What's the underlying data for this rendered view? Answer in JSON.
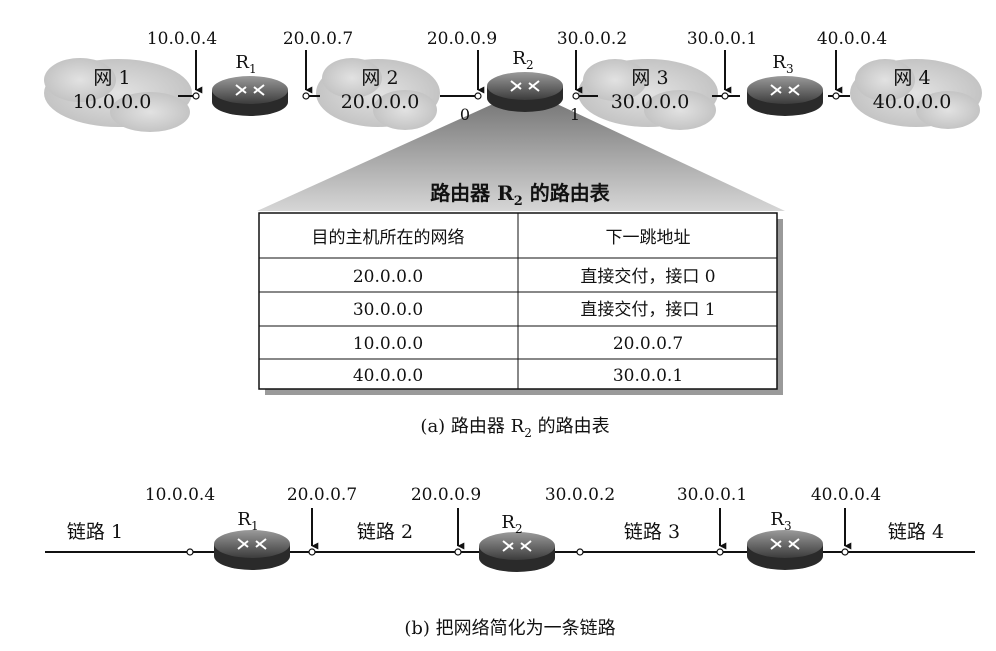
{
  "diagram_a": {
    "networks": [
      {
        "name": "网 1",
        "address": "10.0.0.0"
      },
      {
        "name": "网 2",
        "address": "20.0.0.0"
      },
      {
        "name": "网 3",
        "address": "30.0.0.0"
      },
      {
        "name": "网 4",
        "address": "40.0.0.0"
      }
    ],
    "routers": [
      {
        "name": "R",
        "sub": "1"
      },
      {
        "name": "R",
        "sub": "2"
      },
      {
        "name": "R",
        "sub": "3"
      }
    ],
    "interface_ips": [
      "10.0.0.4",
      "20.0.0.7",
      "20.0.0.9",
      "30.0.0.2",
      "30.0.0.1",
      "40.0.0.4"
    ],
    "r2_ports": [
      "0",
      "1"
    ],
    "table_title_pre": "路由器 R",
    "table_title_sub": "2",
    "table_title_post": " 的路由表",
    "table_headers": [
      "目的主机所在的网络",
      "下一跳地址"
    ],
    "table_rows": [
      [
        "20.0.0.0",
        "直接交付，接口 0"
      ],
      [
        "30.0.0.0",
        "直接交付，接口 1"
      ],
      [
        "10.0.0.0",
        "20.0.0.7"
      ],
      [
        "40.0.0.0",
        "30.0.0.1"
      ]
    ],
    "caption_pre": "(a) 路由器 R",
    "caption_sub": "2",
    "caption_post": " 的路由表"
  },
  "diagram_b": {
    "links": [
      "链路 1",
      "链路 2",
      "链路 3",
      "链路 4"
    ],
    "routers": [
      {
        "name": "R",
        "sub": "1"
      },
      {
        "name": "R",
        "sub": "2"
      },
      {
        "name": "R",
        "sub": "3"
      }
    ],
    "interface_ips": [
      "10.0.0.4",
      "20.0.0.7",
      "20.0.0.9",
      "30.0.0.2",
      "30.0.0.1",
      "40.0.0.4"
    ],
    "caption": "(b) 把网络简化为一条链路"
  }
}
